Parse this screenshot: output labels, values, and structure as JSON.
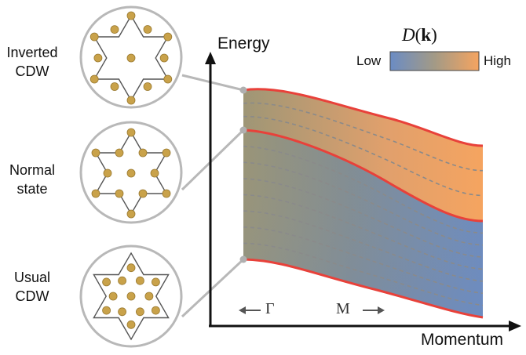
{
  "labels": {
    "inverted": [
      "Inverted",
      "CDW"
    ],
    "normal": [
      "Normal",
      "state"
    ],
    "usual": [
      "Usual",
      "CDW"
    ]
  },
  "axes": {
    "y_label": "Energy",
    "x_label": "Momentum",
    "points": {
      "gamma": "Γ",
      "m": "M"
    }
  },
  "colorbar": {
    "title_italic": "D",
    "title_open": "(",
    "title_bold": "k",
    "title_close": ")",
    "low": "Low",
    "high": "High",
    "color_low": "#6b8cc4",
    "color_high": "#f5a460"
  },
  "colors": {
    "band_edge": "#e8413a",
    "dashed": "#8a8a8a",
    "atom": "#c9a24a",
    "circle_border": "#b8b8b8",
    "connector": "#b8b8b8",
    "star": "#555555"
  },
  "icons": {
    "inverted": "inverted-cdw-star-icon",
    "normal": "normal-state-star-icon",
    "usual": "usual-cdw-star-icon",
    "arrow_left": "arrow-left-icon",
    "arrow_right": "arrow-right-icon"
  }
}
